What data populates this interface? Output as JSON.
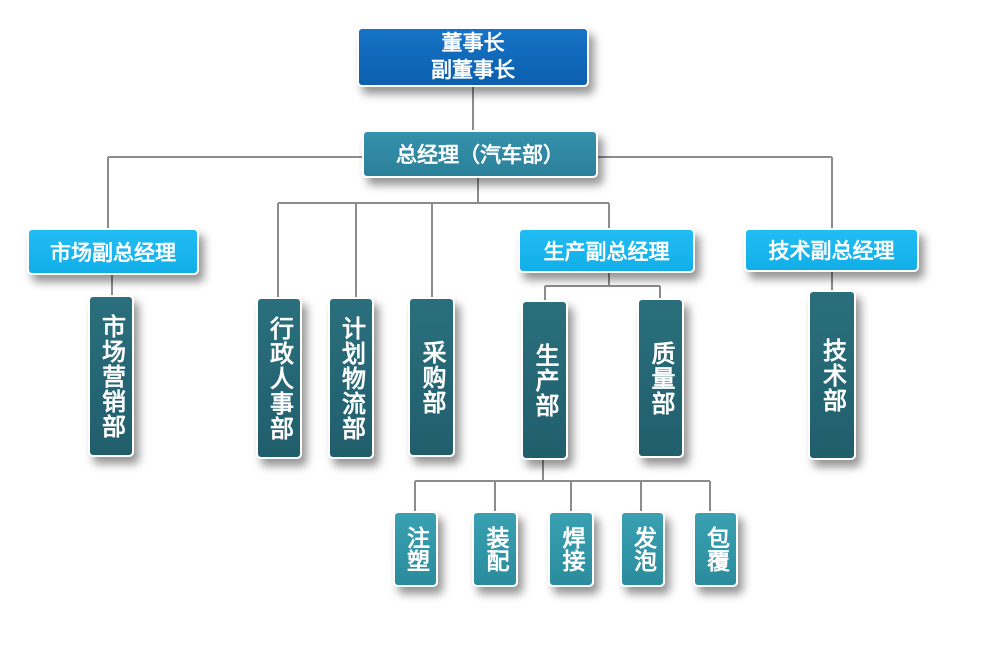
{
  "chairman": {
    "line1": "董事长",
    "line2": "副董事长"
  },
  "general_manager": "总经理（汽车部）",
  "vp": {
    "marketing": "市场副总经理",
    "production": "生产副总经理",
    "technology": "技术副总经理"
  },
  "depts": {
    "marketing": "市场营销部",
    "admin_hr": "行政人事部",
    "planning_logistics": "计划物流部",
    "purchasing": "采购部",
    "production": "生产部",
    "quality": "质量部",
    "technology": "技术部"
  },
  "workshops": {
    "injection": "注塑",
    "assembly": "装配",
    "welding": "焊接",
    "foaming": "发泡",
    "covering": "包覆"
  }
}
